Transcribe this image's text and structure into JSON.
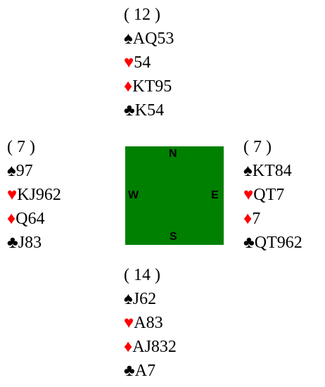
{
  "suit_colors": {
    "spades": "#000000",
    "hearts": "#ff0000",
    "diamonds": "#ff0000",
    "clubs": "#000000"
  },
  "table_color": "#008000",
  "compass": {
    "north": "N",
    "south": "S",
    "east": "E",
    "west": "W"
  },
  "hands": {
    "north": {
      "points": "( 12 )",
      "spades": "AQ53",
      "hearts": "54",
      "diamonds": "KT95",
      "clubs": "K54"
    },
    "west": {
      "points": "( 7 )",
      "spades": "97",
      "hearts": "KJ962",
      "diamonds": "Q64",
      "clubs": "J83"
    },
    "east": {
      "points": "( 7 )",
      "spades": "KT84",
      "hearts": "QT7",
      "diamonds": "7",
      "clubs": "QT962"
    },
    "south": {
      "points": "( 14 )",
      "spades": "J62",
      "hearts": "A83",
      "diamonds": "AJ832",
      "clubs": "A7"
    }
  }
}
